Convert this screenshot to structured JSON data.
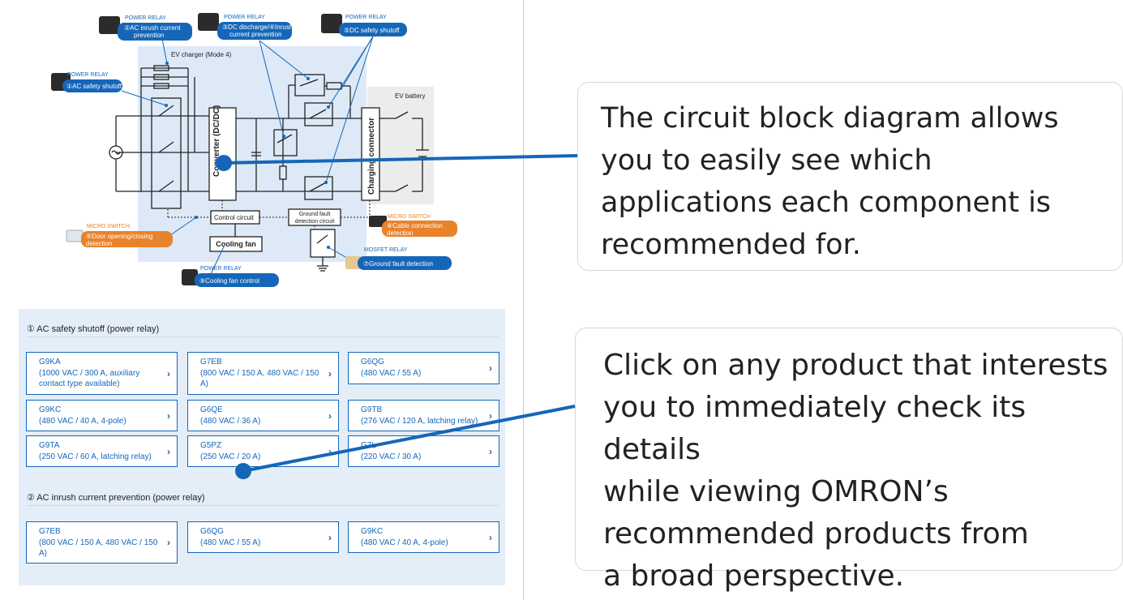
{
  "diagram": {
    "title": "EV charger (Mode 4)",
    "battery_label": "EV battery",
    "blocks": {
      "converter": "Converter (DC/DC)",
      "charging_connector": "Charging connector",
      "control_circuit": "Control circuit",
      "ground_fault": [
        "Ground fault",
        "detection circuit"
      ],
      "cooling_fan": "Cooling fan"
    },
    "tags": [
      {
        "category": "POWER RELAY",
        "lines": [
          "①AC safety shutoff"
        ],
        "color": "#1566b8"
      },
      {
        "category": "POWER RELAY",
        "lines": [
          "②AC inrush current",
          "prevention"
        ],
        "color": "#1566b8"
      },
      {
        "category": "POWER RELAY",
        "lines": [
          "③DC discharge/④Inrush",
          "current prevention"
        ],
        "color": "#1566b8"
      },
      {
        "category": "POWER RELAY",
        "lines": [
          "⑤DC safety shutoff"
        ],
        "color": "#1566b8"
      },
      {
        "category": "MICRO SWITCH",
        "lines": [
          "⑥Door opening/closing",
          "detection"
        ],
        "color": "#e8822b"
      },
      {
        "category": "MOSFET RELAY",
        "lines": [
          "⑦Ground fault detection"
        ],
        "color": "#1566b8"
      },
      {
        "category": "MICRO SWITCH",
        "lines": [
          "⑧Cable connection",
          "detection"
        ],
        "color": "#e8822b"
      },
      {
        "category": "POWER RELAY",
        "lines": [
          "⑨Cooling fan control"
        ],
        "color": "#1566b8"
      }
    ]
  },
  "sections": [
    {
      "heading": "① AC safety shutoff (power relay)",
      "products": [
        {
          "name": "G9KA",
          "spec": "(1000 VAC / 300 A, auxiliary contact type available)"
        },
        {
          "name": "G7EB",
          "spec": "(800 VAC / 150 A, 480 VAC / 150 A)"
        },
        {
          "name": "G6QG",
          "spec": "(480 VAC / 55 A)"
        },
        {
          "name": "G9KC",
          "spec": "(480 VAC / 40 A, 4-pole)"
        },
        {
          "name": "G6QE",
          "spec": "(480 VAC / 36 A)"
        },
        {
          "name": "G9TB",
          "spec": "(276 VAC / 120 A, latching relay)"
        },
        {
          "name": "G9TA",
          "spec": "(250 VAC / 60 A, latching relay)"
        },
        {
          "name": "G5PZ",
          "spec": "(250 VAC / 20 A)"
        },
        {
          "name": "G7L",
          "spec": "(220 VAC / 30 A)"
        }
      ]
    },
    {
      "heading": "② AC inrush current prevention (power relay)",
      "products": [
        {
          "name": "G7EB",
          "spec": "(800 VAC / 150 A, 480 VAC / 150 A)"
        },
        {
          "name": "G6QG",
          "spec": "(480 VAC / 55 A)"
        },
        {
          "name": "G9KC",
          "spec": "(480 VAC / 40 A, 4-pole)"
        }
      ]
    }
  ],
  "callouts": [
    {
      "text": "The circuit block diagram allows\nyou to easily see which\napplications each component is\nrecommended for."
    },
    {
      "text": "Click on any product that interests\nyou to immediately check its details\nwhile viewing OMRON’s\nrecommended products from\na broad perspective."
    }
  ],
  "colors": {
    "accent": "#1566b8",
    "orange": "#e8822b",
    "panel": "#e4eef8",
    "diagram_bg": "#dde9f6"
  }
}
